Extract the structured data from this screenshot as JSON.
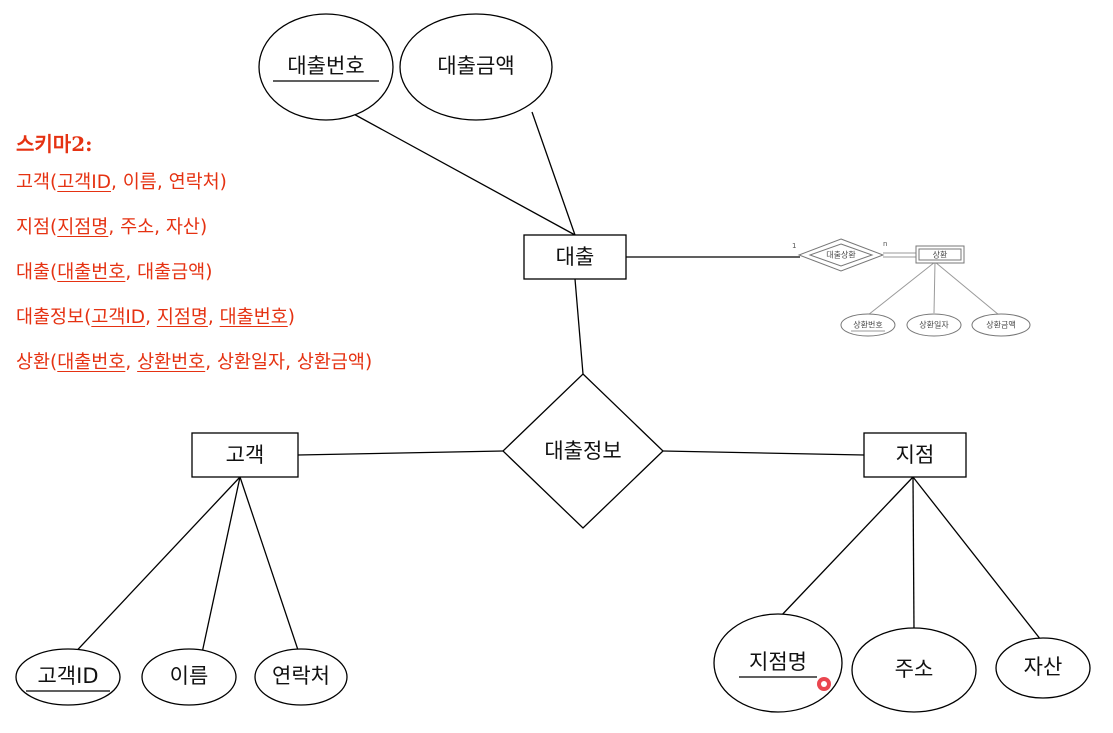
{
  "schema": {
    "title": "스키마2:",
    "relations": [
      {
        "name": "고객",
        "attrs": [
          {
            "text": "고객ID",
            "pk": true
          },
          {
            "text": "이름",
            "pk": false
          },
          {
            "text": "연락처",
            "pk": false
          }
        ]
      },
      {
        "name": "지점",
        "attrs": [
          {
            "text": "지점명",
            "pk": true
          },
          {
            "text": "주소",
            "pk": false
          },
          {
            "text": "자산",
            "pk": false
          }
        ]
      },
      {
        "name": "대출",
        "attrs": [
          {
            "text": "대출번호",
            "pk": true
          },
          {
            "text": "대출금액",
            "pk": false
          }
        ]
      },
      {
        "name": "대출정보",
        "attrs": [
          {
            "text": "고객ID",
            "pk": true
          },
          {
            "text": "지점명",
            "pk": true
          },
          {
            "text": "대출번호",
            "pk": true
          }
        ]
      },
      {
        "name": "상환",
        "attrs": [
          {
            "text": "대출번호",
            "pk": true
          },
          {
            "text": "상환번호",
            "pk": true
          },
          {
            "text": "상환일자",
            "pk": false
          },
          {
            "text": "상환금액",
            "pk": false
          }
        ]
      }
    ]
  },
  "diagram": {
    "entities": {
      "loan": "대출",
      "customer": "고객",
      "branch": "지점"
    },
    "relationships": {
      "loan_info": "대출정보"
    },
    "attributes": {
      "loan_number": "대출번호",
      "loan_amount": "대출금액",
      "customer_id": "고객ID",
      "customer_name": "이름",
      "customer_contact": "연락처",
      "branch_name": "지점명",
      "branch_address": "주소",
      "branch_assets": "자산"
    }
  },
  "mini_diagram": {
    "weak_relationship": "대출상환",
    "weak_entity": "상환",
    "attributes": [
      "상환번호",
      "상환일자",
      "상환금액"
    ],
    "card_left": "1",
    "card_right": "n"
  },
  "colors": {
    "schema_text": "#e53212",
    "cursor_marker": "#e8323c"
  }
}
